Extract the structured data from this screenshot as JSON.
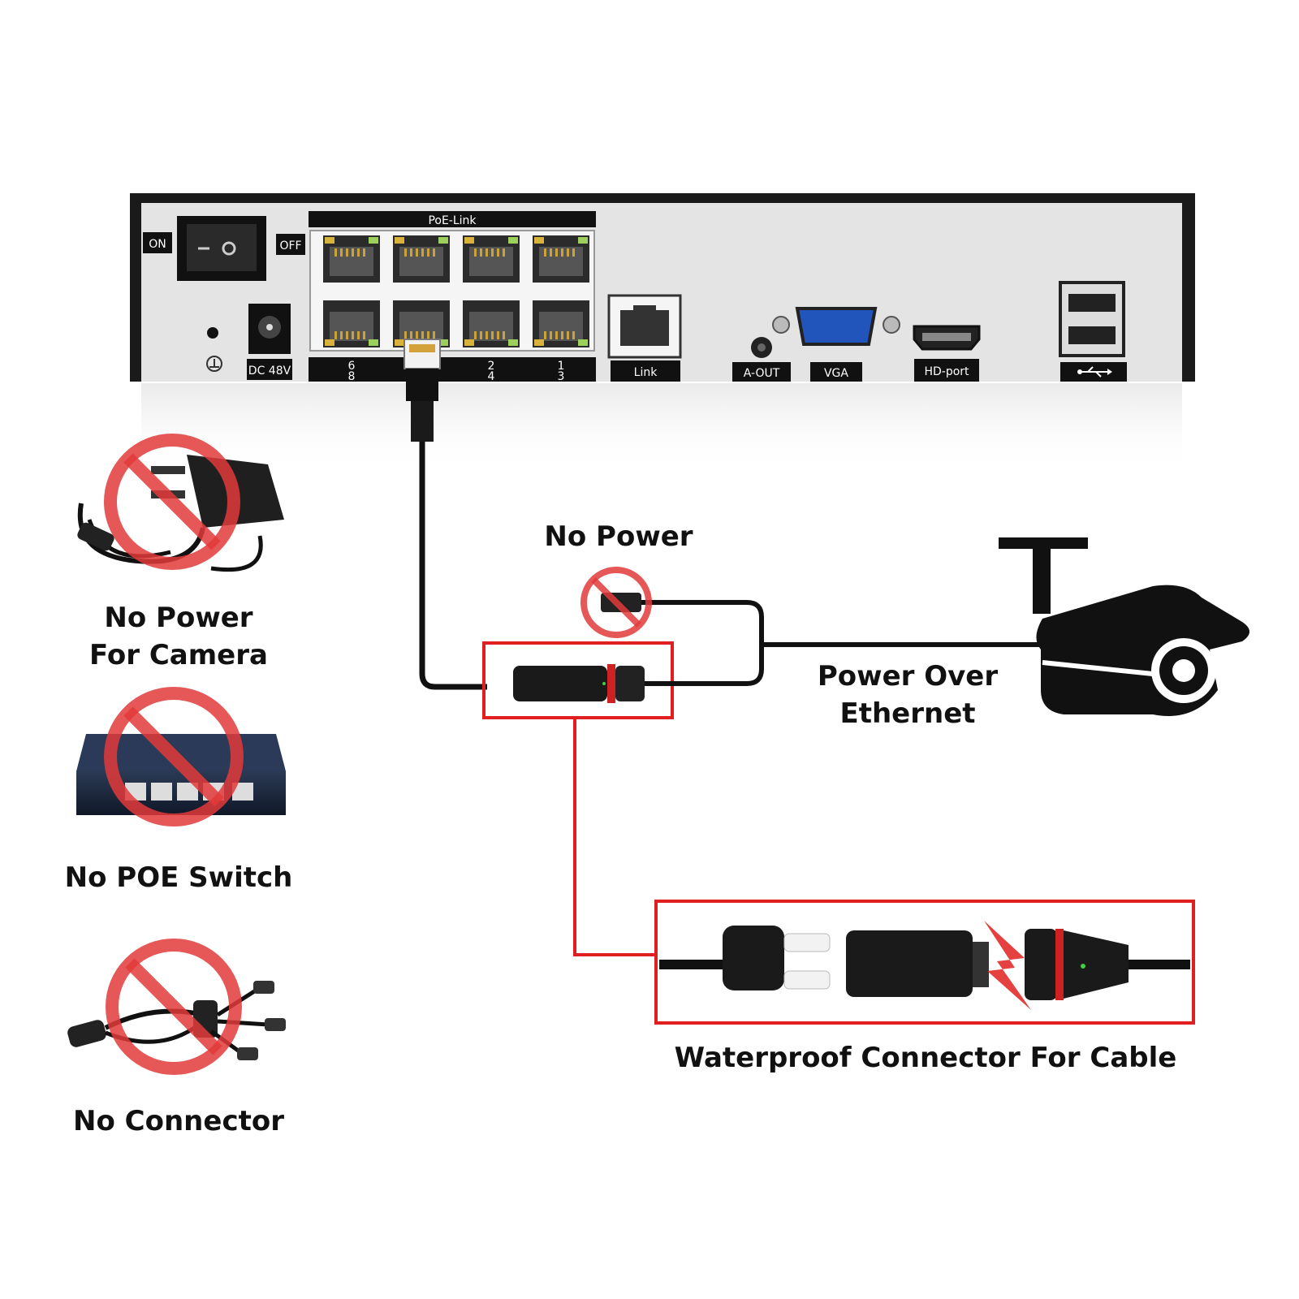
{
  "nvr": {
    "switch_on": "ON",
    "switch_off": "OFF",
    "dc_label": "DC 48V",
    "poe_header": "PoE-Link",
    "port_numbers_top": [
      "6",
      "",
      "2",
      "1"
    ],
    "port_numbers_bottom": [
      "8",
      "",
      "4",
      "3"
    ],
    "link_label": "Link",
    "aout_label": "A-OUT",
    "vga_label": "VGA",
    "hdport_label": "HD-port"
  },
  "labels": {
    "no_power": "No Power",
    "power_over_line1": "Power Over",
    "power_over_line2": "Ethernet",
    "waterproof": "Waterproof Connector For Cable"
  },
  "left_items": [
    {
      "line1": "No Power",
      "line2": "For Camera"
    },
    {
      "line1": "No POE Switch",
      "line2": ""
    },
    {
      "line1": "No Connector",
      "line2": ""
    }
  ],
  "colors": {
    "accent_red": "#e02020",
    "prohibit_red": "#e23a3a",
    "nvr_body": "#e4e4e4",
    "nvr_frame": "#1a1a1a"
  }
}
